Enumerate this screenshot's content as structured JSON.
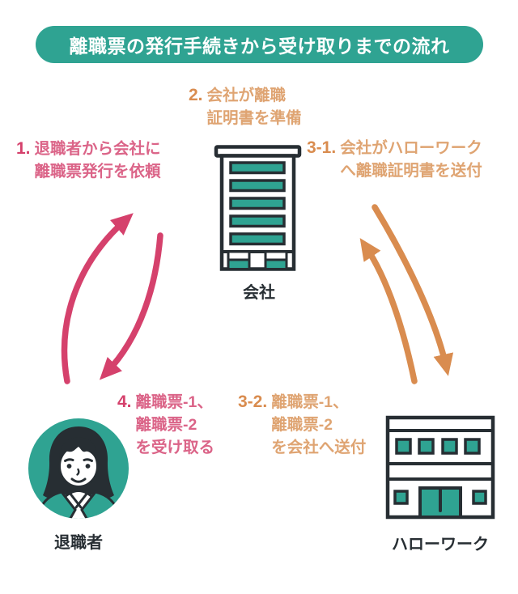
{
  "title": "離職票の発行手続きから受け取りまでの流れ",
  "colors": {
    "teal": "#2FA392",
    "dark": "#272E33",
    "pink": "#D5416C",
    "pink_light": "#DB6488",
    "orange": "#D98C4F",
    "orange_light": "#DFA472",
    "background": "#FFFFFF"
  },
  "steps": [
    {
      "number": "1.",
      "lines": [
        "退職者から会社に",
        "離職票発行を依頼"
      ],
      "color": "pink"
    },
    {
      "number": "2.",
      "lines": [
        "会社が離職",
        "証明書を準備"
      ],
      "color": "orange"
    },
    {
      "number": "3-1.",
      "lines": [
        "会社がハローワーク",
        "へ離職証明書を送付"
      ],
      "color": "orange"
    },
    {
      "number": "3-2.",
      "lines": [
        "離職票-1、",
        "離職票-2",
        "を会社へ送付"
      ],
      "color": "orange"
    },
    {
      "number": "4.",
      "lines": [
        "離職票-1、",
        "離職票-2",
        "を受け取る"
      ],
      "color": "pink"
    }
  ],
  "entities": {
    "company": {
      "label": "会社",
      "icon": "office-building-icon"
    },
    "retiree": {
      "label": "退職者",
      "icon": "woman-avatar-icon"
    },
    "hellowork": {
      "label": "ハローワーク",
      "icon": "government-building-icon"
    }
  },
  "arrows": [
    {
      "name": "retiree-to-company",
      "color": "pink"
    },
    {
      "name": "company-to-retiree",
      "color": "pink"
    },
    {
      "name": "hellowork-to-company",
      "color": "orange"
    },
    {
      "name": "company-to-hellowork",
      "color": "orange"
    }
  ]
}
